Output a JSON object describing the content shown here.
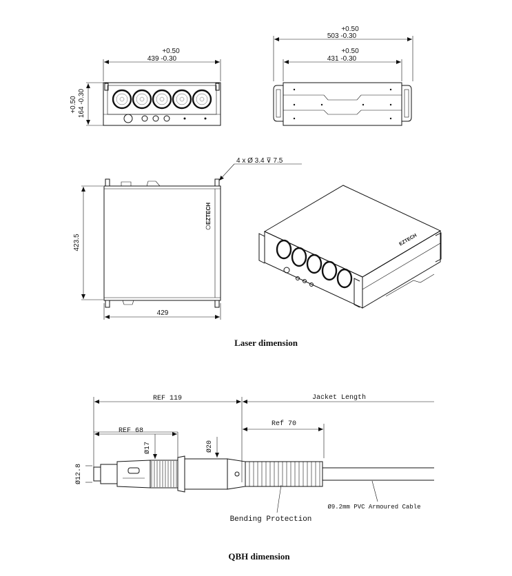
{
  "laser": {
    "front_width_tol_plus": "+0.50",
    "front_width": "439 -0.30",
    "front_height_tol_plus": "+0.50",
    "front_height": "164 -0.30",
    "side_outer_tol_plus": "+0.50",
    "side_outer": "503 -0.30",
    "side_inner_tol_plus": "+0.50",
    "side_inner": "431 -0.30",
    "holes_callout": "4 x Ø 3.4 ⊽ 7.5",
    "top_depth": "423.5",
    "top_width": "429",
    "brand_logo": "EZTECH",
    "caption": "Laser dimension"
  },
  "qbh": {
    "ref_119": "REF 119",
    "jacket_length": "Jacket  Length",
    "ref_68": "REF 68",
    "ref_70": "Ref 70",
    "dia_17": "Ø17",
    "dia_20": "Ø20",
    "dia_12_8": "Ø12.8",
    "cable_label": "Ø9.2mm PVC Armoured Cable",
    "bending_label": "Bending Protection",
    "caption": "QBH dimension"
  }
}
